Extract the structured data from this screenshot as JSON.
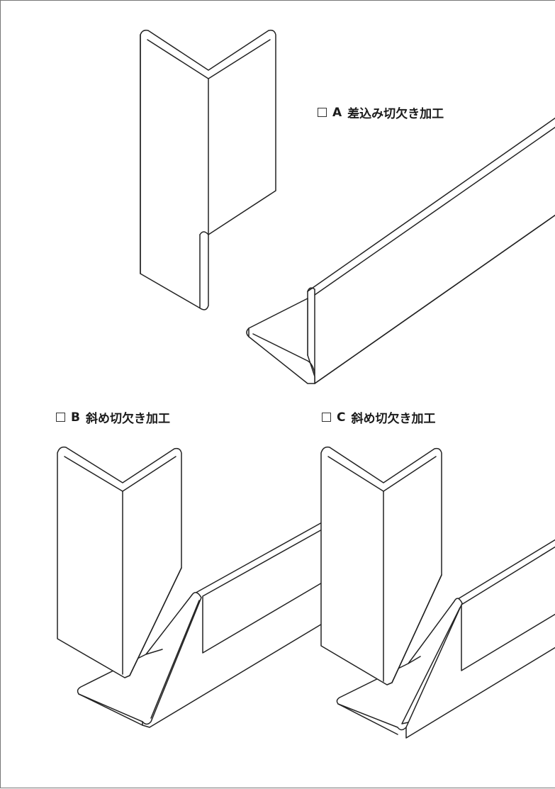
{
  "options": [
    {
      "letter": "A",
      "name": "差込み切欠き加工"
    },
    {
      "letter": "B",
      "name": "斜め切欠き加工"
    },
    {
      "letter": "C",
      "name": "斜め切欠き加工"
    }
  ]
}
